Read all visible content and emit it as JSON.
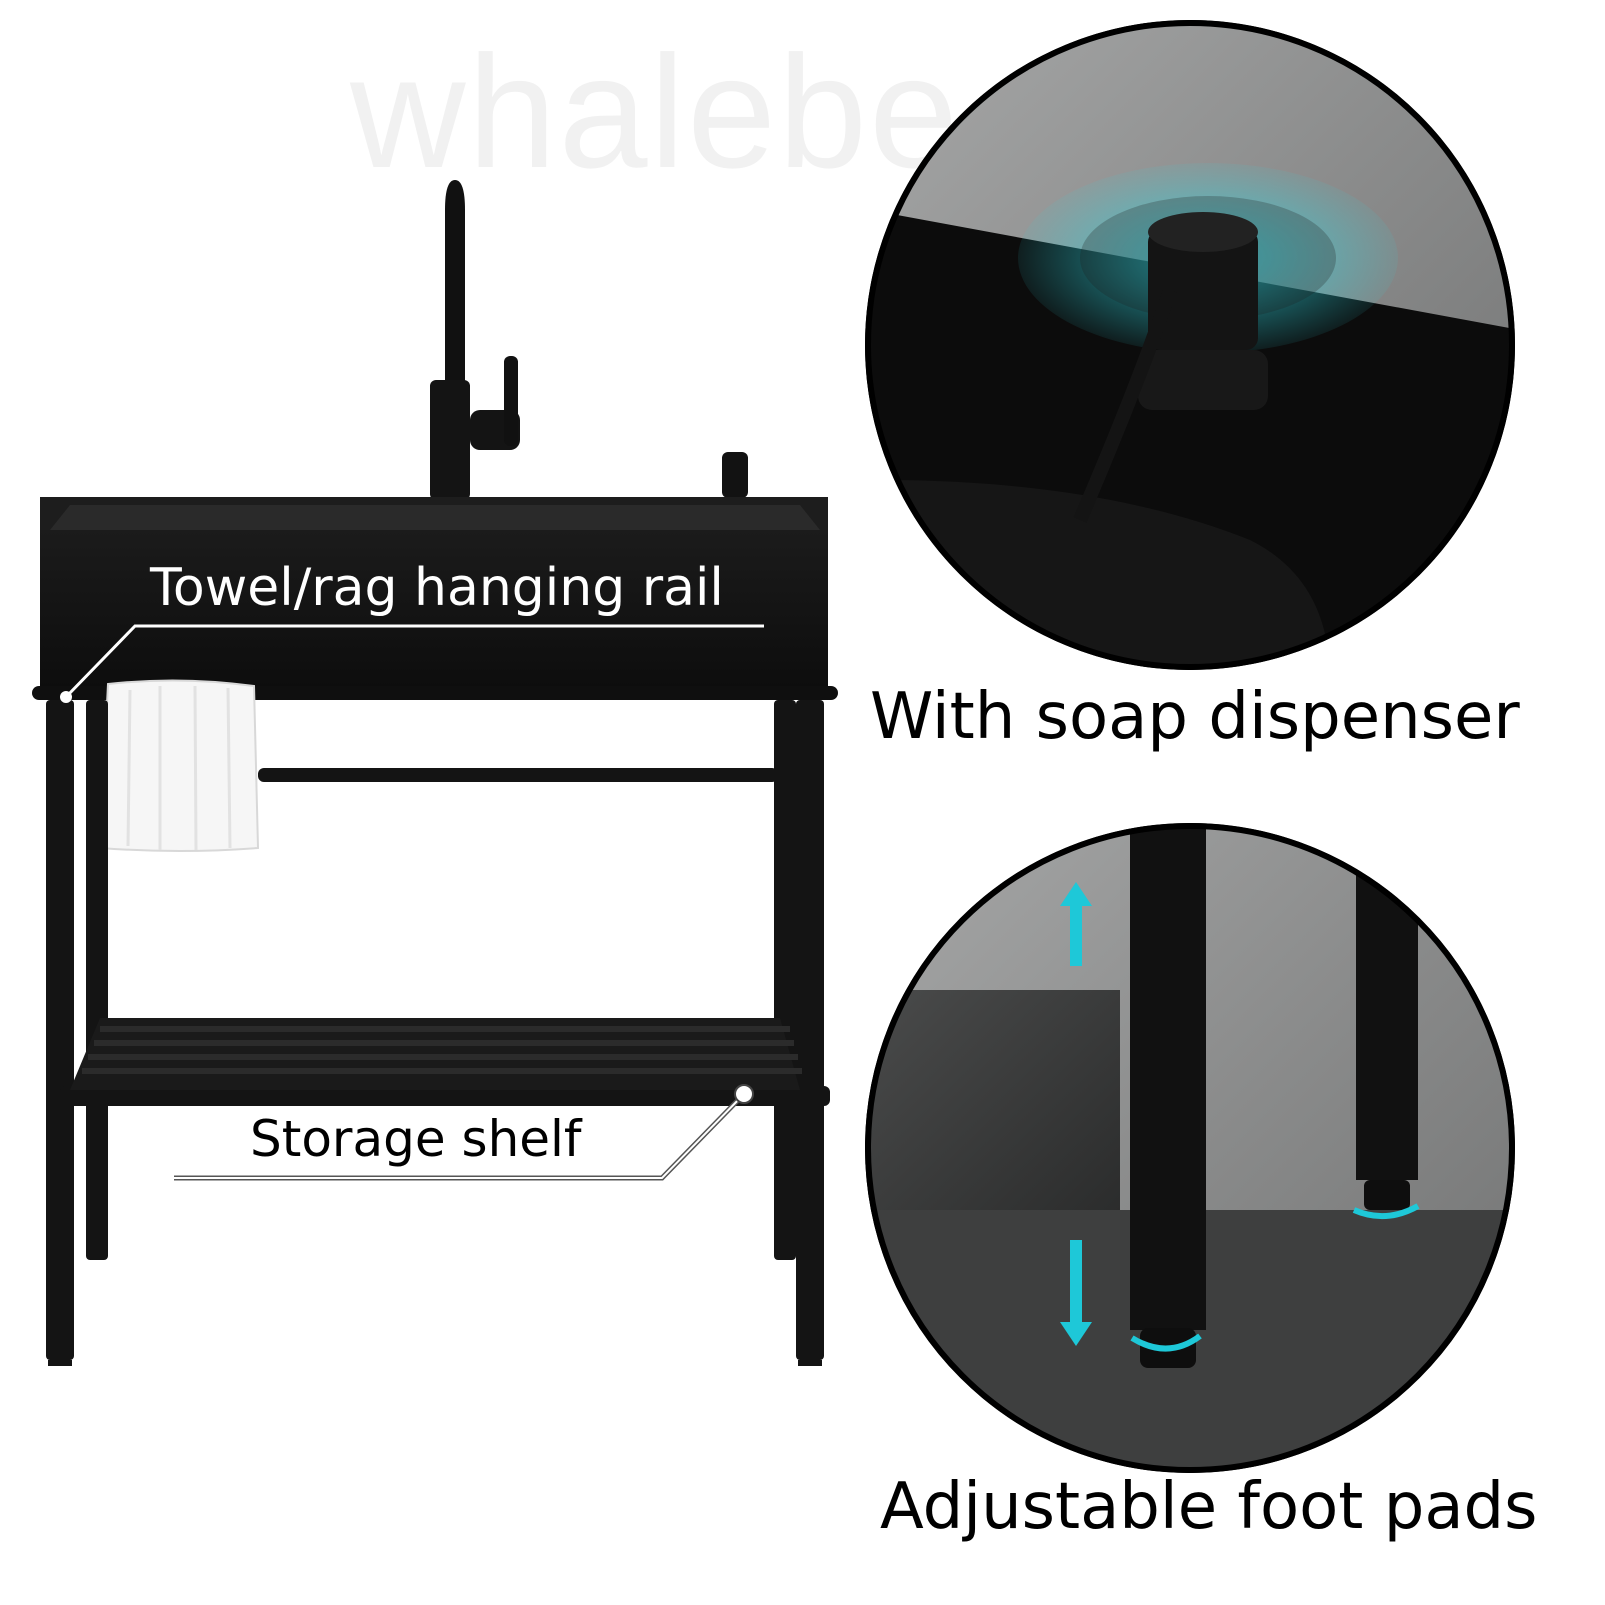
{
  "watermark": "whalebe",
  "callouts": {
    "towel_rail": "Towel/rag hanging rail",
    "storage_shelf": "Storage shelf"
  },
  "insets": {
    "soap": "With soap dispenser",
    "foot": "Adjustable foot pads"
  },
  "colors": {
    "frame": "#121212",
    "accent": "#1ec8d8",
    "stone": "#8a8c8c"
  }
}
